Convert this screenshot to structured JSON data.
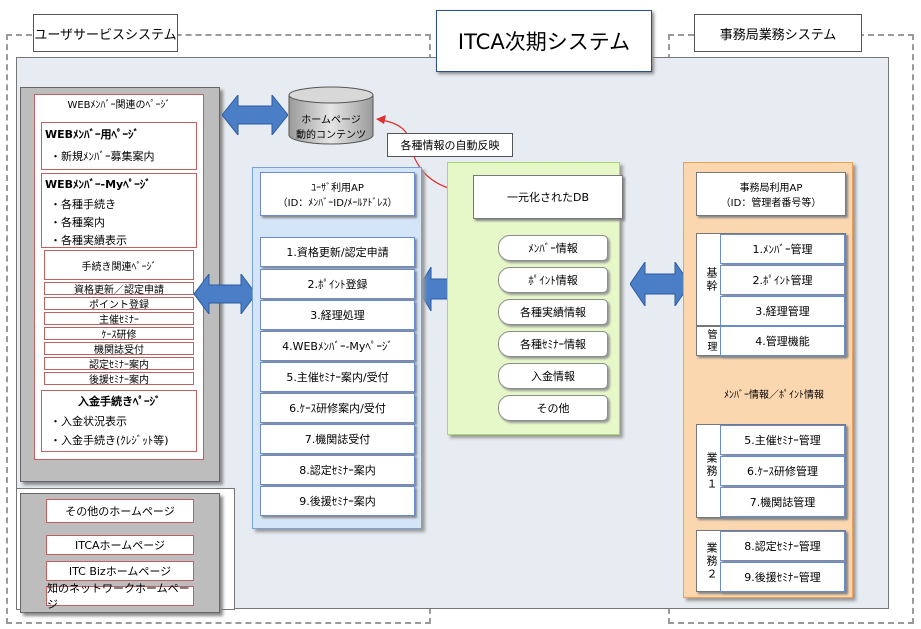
{
  "title": "ITCA次期システム",
  "regions": {
    "user": "ユーザサービスシステム",
    "office": "事務局業務システム"
  },
  "web_pages": {
    "header": "WEBﾒﾝﾊﾞｰ関連のﾍﾟｰｼﾞ",
    "member_page_title": "WEBﾒﾝﾊﾞｰ用ﾍﾟｰｼﾞ",
    "member_items": [
      "・新規ﾒﾝﾊﾞｰ募集案内"
    ],
    "my_page_title": "WEBﾒﾝﾊﾞｰ-Myﾍﾟｰｼﾞ",
    "my_items": [
      "・各種手続き",
      "・各種案内",
      "・各種実績表示"
    ],
    "procedure_title": "手続き関連ﾍﾟｰｼﾞ",
    "procedure_items": [
      "資格更新／認定申請",
      "ポイント登録",
      "主催ｾﾐﾅｰ",
      "ｹｰｽ研修",
      "機関誌受付",
      "認定ｾﾐﾅｰ案内",
      "後援ｾﾐﾅｰ案内"
    ],
    "payment_title": "入金手続きﾍﾟｰｼﾞ",
    "payment_items": [
      "・入金状況表示",
      "・入金手続き(ｸﾚｼﾞｯﾄ等)"
    ]
  },
  "other_pages": {
    "title": "その他のホームページ",
    "items": [
      "ITCAホームページ",
      "ITC Bizホームページ",
      "知のネットワークホームページ"
    ]
  },
  "cylinder": {
    "line1": "ホームページ",
    "line2": "動的コンテンツ"
  },
  "auto_reflect": "各種情報の自動反映",
  "user_ap": {
    "title1": "ﾕｰｻﾞ利用AP",
    "title2": "（ID：ﾒﾝﾊﾞｰID/ﾒｰﾙｱﾄﾞﾚｽ）",
    "items": [
      "1.資格更新/認定申請",
      "2.ﾎﾟｲﾝﾄ登録",
      "3.経理処理",
      "4.WEBﾒﾝﾊﾞｰ-Myﾍﾟｰｼﾞ",
      "5.主催ｾﾐﾅｰ案内/受付",
      "6.ｹｰｽ研修案内/受付",
      "7.機関誌受付",
      "8.認定ｾﾐﾅｰ案内",
      "9.後援ｾﾐﾅｰ案内"
    ]
  },
  "db": {
    "title": "一元化されたDB",
    "items": [
      "ﾒﾝﾊﾞｰ情報",
      "ﾎﾟｲﾝﾄ情報",
      "各種実績情報",
      "各種ｾﾐﾅｰ情報",
      "入金情報",
      "その他"
    ]
  },
  "office_ap": {
    "title1": "事務局利用AP",
    "title2": "（ID：管理者番号等）",
    "group_kikan": "基幹",
    "group_kanri": "管理",
    "group_gyomu1": "業務１",
    "group_gyomu2": "業務２",
    "items": [
      "1.ﾒﾝﾊﾞｰ管理",
      "2.ﾎﾟｲﾝﾄ管理",
      "3.経理管理",
      "4.管理機能",
      "5.主催ｾﾐﾅｰ管理",
      "6.ｹｰｽ研修管理",
      "7.機関誌管理",
      "8.認定ｾﾐﾅｰ管理",
      "9.後援ｾﾐﾅｰ管理"
    ],
    "link_label": "ﾒﾝﾊﾞｰ情報／ﾎﾟｲﾝﾄ情報"
  },
  "colors": {
    "arrow": "#4a7fc8",
    "red_line": "#e03030"
  }
}
